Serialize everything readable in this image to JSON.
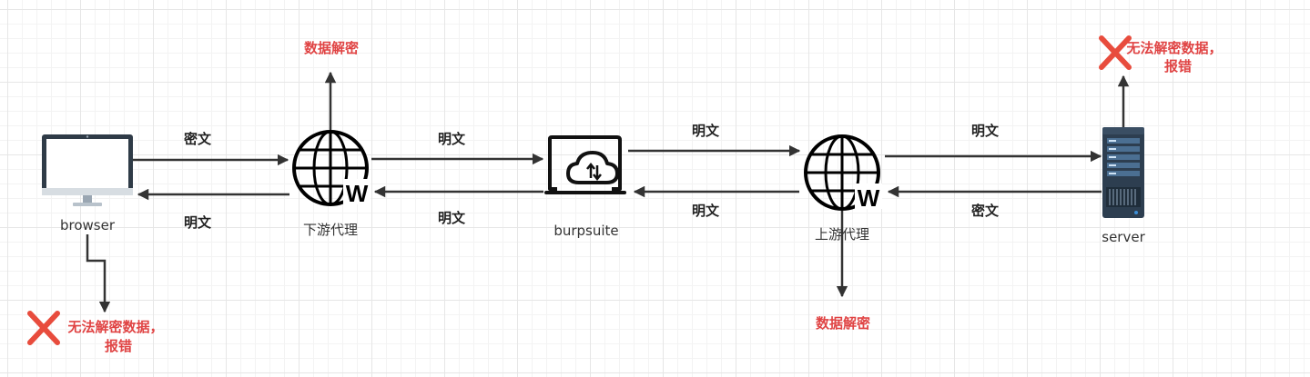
{
  "nodes": {
    "browser": "browser",
    "downstream_proxy": "下游代理",
    "burpsuite": "burpsuite",
    "upstream_proxy": "上游代理",
    "server": "server"
  },
  "edges": {
    "browser_to_down": "密文",
    "down_to_browser": "明文",
    "down_to_burp": "明文",
    "burp_to_down": "明文",
    "burp_to_up": "明文",
    "up_to_burp": "明文",
    "up_to_server": "明文",
    "server_to_up": "密文"
  },
  "notes": {
    "down_decrypt": "数据解密",
    "up_decrypt": "数据解密",
    "server_error_line1": "无法解密数据，",
    "server_error_line2": "报错",
    "browser_error_line1": "无法解密数据，",
    "browser_error_line2": "报错"
  },
  "colors": {
    "arrow": "#333333",
    "error_text": "#e04444",
    "error_mark": "#e84c3d",
    "server_body": "#2d3e50",
    "server_led": "#3d8fd6"
  },
  "icons": {
    "browser": "monitor-icon",
    "proxy": "globe-w-icon",
    "burpsuite": "cloud-sync-monitor-icon",
    "server": "server-rack-icon",
    "error": "red-x-icon"
  }
}
